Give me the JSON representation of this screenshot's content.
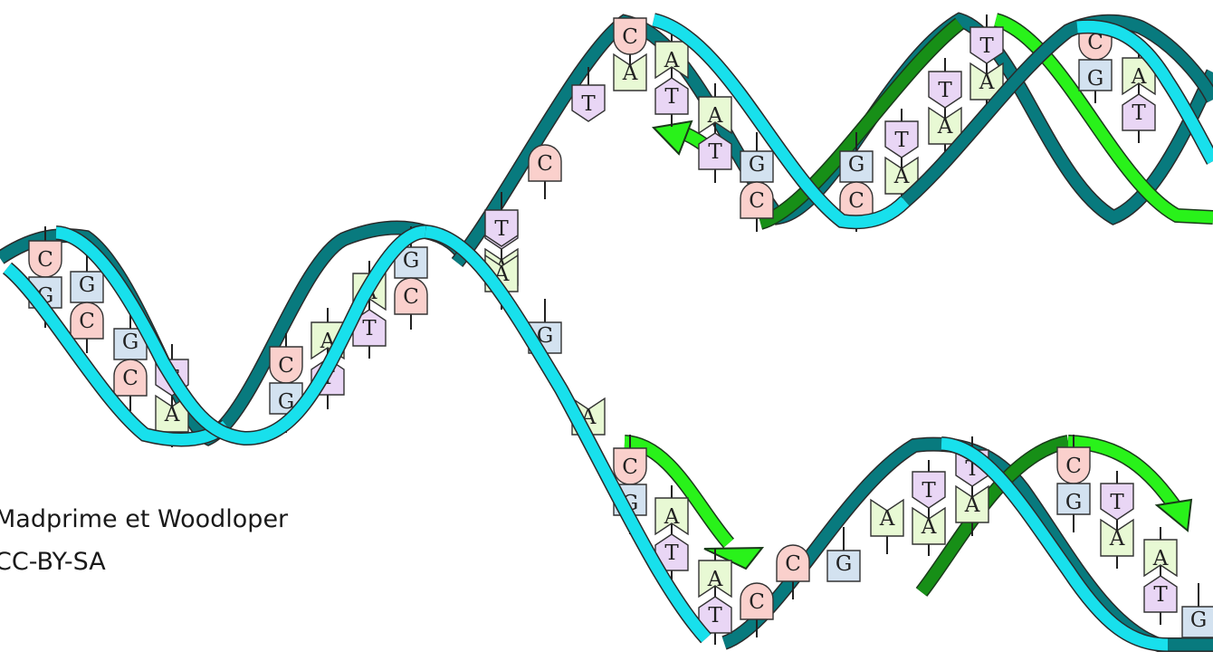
{
  "credit": {
    "authors": "Madprime et Woodloper",
    "license": "CC-BY-SA"
  },
  "colors": {
    "strand_front": "#18e0ec",
    "strand_back": "#087a7e",
    "new_strand_light": "#29f21a",
    "new_strand_dark": "#178f17",
    "base_A": "#e8f9d4",
    "base_T": "#e9d6f5",
    "base_G": "#d3e2f0",
    "base_C": "#fad0cc",
    "outline": "#333333"
  },
  "icons": [
    "double-helix",
    "replication-fork",
    "new-strand-arrow",
    "nucleotide-pair"
  ],
  "pairs": [
    {
      "id": "p1",
      "top": "C",
      "bottom": "G"
    },
    {
      "id": "p2",
      "top": "G",
      "bottom": "C"
    },
    {
      "id": "p3",
      "top": "G",
      "bottom": "C"
    },
    {
      "id": "p4",
      "top": "T",
      "bottom": "A"
    },
    {
      "id": "p5",
      "top": "C",
      "bottom": "G"
    },
    {
      "id": "p6",
      "top": "A",
      "bottom": "T"
    },
    {
      "id": "p7",
      "top": "A",
      "bottom": "T"
    },
    {
      "id": "p8",
      "top": "G",
      "bottom": "C"
    },
    {
      "id": "p9",
      "top": "T",
      "bottom": "A"
    },
    {
      "id": "u1",
      "top": "C",
      "bottom": "A"
    },
    {
      "id": "u2",
      "top": "A",
      "bottom": "T"
    },
    {
      "id": "u3",
      "top": "G",
      "bottom": "C"
    },
    {
      "id": "u4",
      "top": "G",
      "bottom": "C"
    },
    {
      "id": "u5",
      "top": "A",
      "bottom": "T"
    },
    {
      "id": "u6",
      "top": "T",
      "bottom": "A"
    },
    {
      "id": "u7",
      "top": "T",
      "bottom": "A"
    },
    {
      "id": "u8",
      "top": "C",
      "bottom": "G"
    },
    {
      "id": "u9",
      "top": "T",
      "bottom": "A"
    },
    {
      "id": "u10",
      "top": "A",
      "bottom": "T"
    },
    {
      "id": "l1",
      "top": "C",
      "bottom": "G"
    },
    {
      "id": "l2",
      "top": "A",
      "bottom": "T"
    },
    {
      "id": "l3",
      "top": "A",
      "bottom": "T"
    },
    {
      "id": "l4",
      "top": "T",
      "bottom": "A"
    },
    {
      "id": "l5",
      "top": "T",
      "bottom": "A"
    },
    {
      "id": "l6",
      "top": "C",
      "bottom": "G"
    },
    {
      "id": "l7",
      "top": "T",
      "bottom": "A"
    },
    {
      "id": "l8",
      "top": "A",
      "bottom": "T"
    }
  ],
  "free_bases": [
    {
      "id": "f1",
      "letter": "T"
    },
    {
      "id": "f2",
      "letter": "C"
    },
    {
      "id": "f3",
      "letter": "T"
    },
    {
      "id": "f4",
      "letter": "A"
    },
    {
      "id": "f5",
      "letter": "G"
    },
    {
      "id": "f6",
      "letter": "A"
    },
    {
      "id": "f7",
      "letter": "C"
    },
    {
      "id": "f8",
      "letter": "C"
    },
    {
      "id": "f9",
      "letter": "G"
    },
    {
      "id": "f10",
      "letter": "A"
    },
    {
      "id": "f11",
      "letter": "G"
    }
  ]
}
